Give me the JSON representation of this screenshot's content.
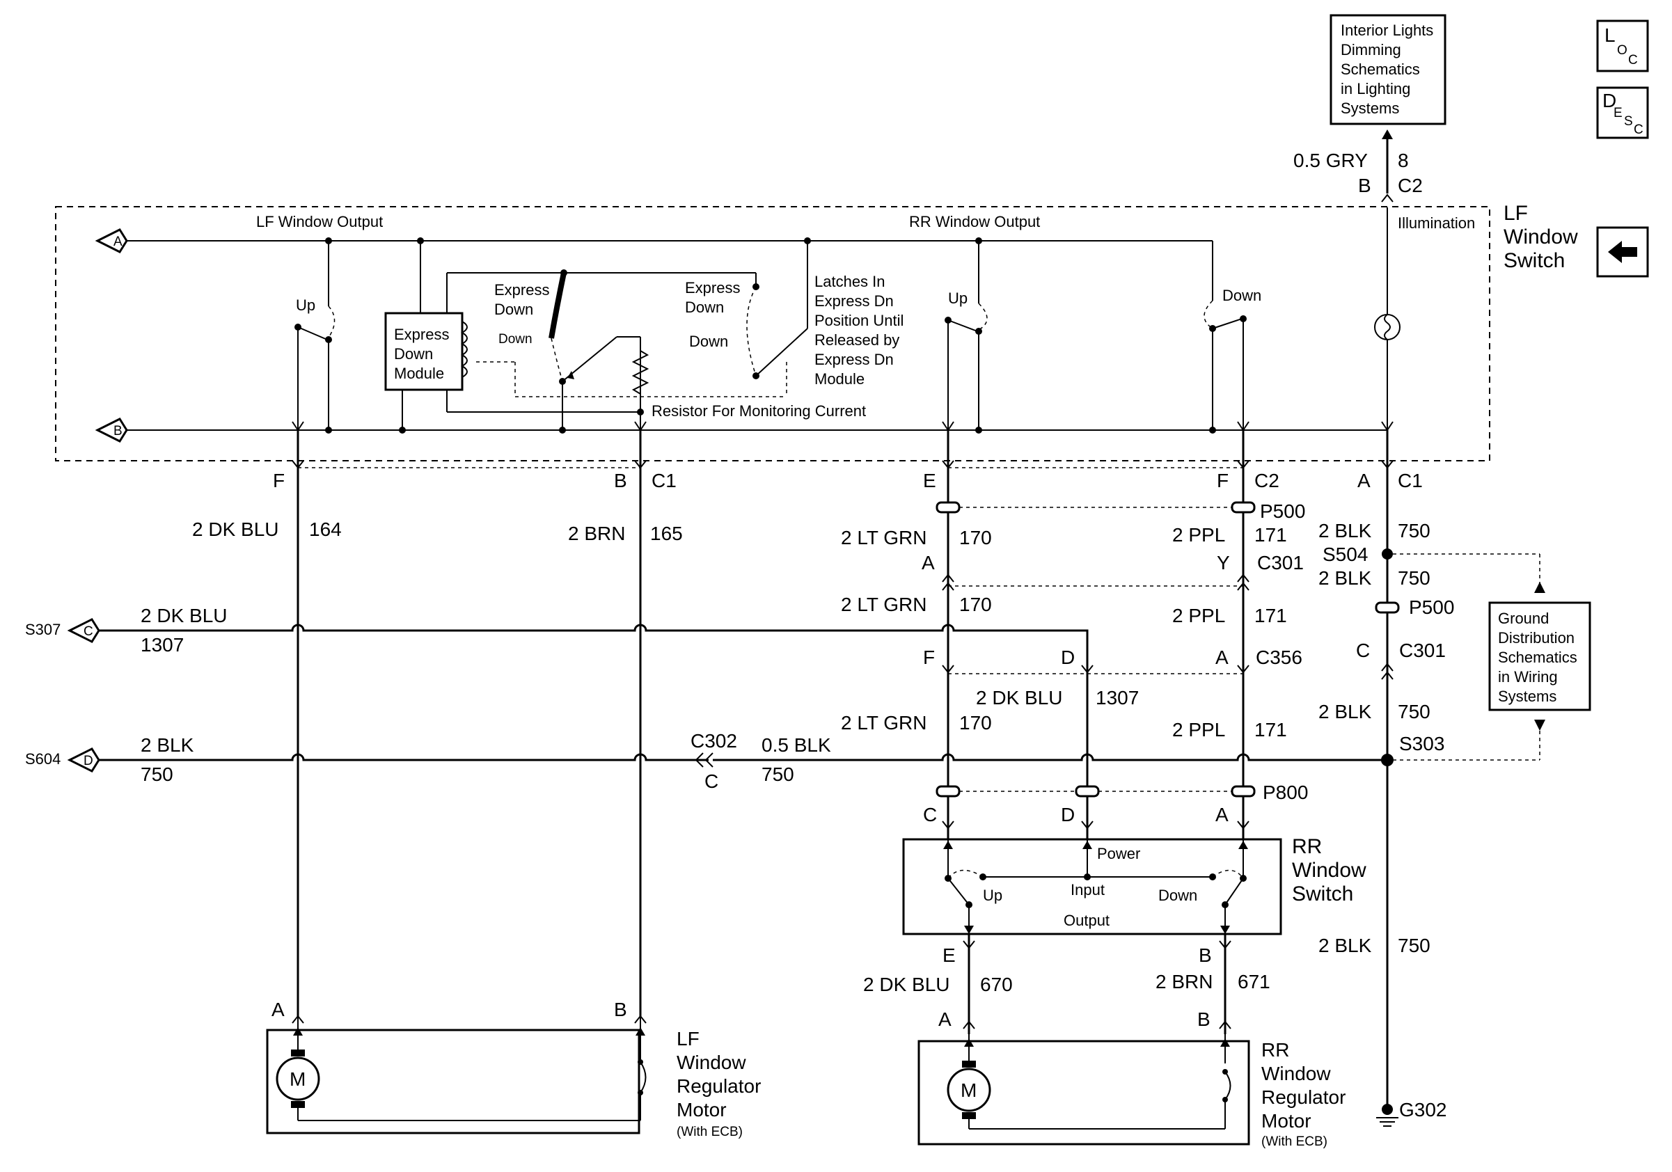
{
  "boxes": {
    "interior_lights": [
      "Interior Lights",
      "Dimming",
      "Schematics",
      "in Lighting",
      "Systems"
    ],
    "ground_distribution": [
      "Ground",
      "Distribution",
      "Schematics",
      "in Wiring",
      "Systems"
    ],
    "express_down_module": [
      "Express",
      "Down",
      "Module"
    ]
  },
  "icons": {
    "loc": {
      "big1": "L",
      "small1": "O",
      "small2": "C"
    },
    "desc": {
      "big1": "D",
      "small1": "E",
      "small2": "S",
      "small3": "C"
    }
  },
  "components": {
    "lf_window_switch": [
      "LF",
      "Window",
      "Switch"
    ],
    "rr_window_switch": [
      "RR",
      "Window",
      "Switch"
    ],
    "lf_motor": [
      "LF",
      "Window",
      "Regulator",
      "Motor"
    ],
    "lf_motor_note": "(With ECB)",
    "rr_motor": [
      "RR",
      "Window",
      "Regulator",
      "Motor"
    ],
    "rr_motor_note": "(With ECB)",
    "motor_symbol": "M"
  },
  "switch_internal": {
    "lf_window_output": "LF Window Output",
    "rr_window_output": "RR Window Output",
    "illumination": "Illumination",
    "up1": "Up",
    "up2": "Up",
    "down_right": "Down",
    "express_down_a": [
      "Express",
      "Down"
    ],
    "express_down_b": [
      "Express",
      "Down"
    ],
    "down_a": "Down",
    "down_b": "Down",
    "latches": [
      "Latches In",
      "Express Dn",
      "Position Until",
      "Released by",
      "Express Dn",
      "Module"
    ],
    "resistor_label": "Resistor For Monitoring Current",
    "conn_a": "A",
    "conn_b": "B"
  },
  "rr_switch_internal": {
    "power": "Power",
    "input": "Input",
    "up": "Up",
    "down": "Down",
    "output": "Output"
  },
  "wires": {
    "gry_top": {
      "label": "0.5 GRY",
      "circuit": "8",
      "pin": "B",
      "conn": "C2"
    },
    "w164": {
      "label": "2 DK BLU",
      "circuit": "164"
    },
    "w165": {
      "label": "2 BRN",
      "circuit": "165"
    },
    "w170a": {
      "label": "2 LT GRN",
      "circuit": "170"
    },
    "w170b": {
      "label": "2 LT GRN",
      "circuit": "170"
    },
    "w170c": {
      "label": "2 LT GRN",
      "circuit": "170"
    },
    "w171a": {
      "label": "2 PPL",
      "circuit": "171"
    },
    "w171b": {
      "label": "2 PPL",
      "circuit": "171"
    },
    "w171c": {
      "label": "2 PPL",
      "circuit": "171"
    },
    "w750a": {
      "label": "2 BLK",
      "circuit": "750"
    },
    "w750b": {
      "label": "2 BLK",
      "circuit": "750"
    },
    "w750c": {
      "label": "2 BLK",
      "circuit": "750"
    },
    "w750d": {
      "label": "2 BLK",
      "circuit": "750"
    },
    "w1307_left": {
      "label": "2 DK BLU",
      "circuit": "1307"
    },
    "w1307_mid": {
      "label": "2 DK BLU",
      "circuit": "1307"
    },
    "w750_left": {
      "label": "2 BLK",
      "circuit": "750"
    },
    "w750_c302": {
      "label": "0.5 BLK",
      "circuit": "750"
    },
    "w670": {
      "label": "2 DK BLU",
      "circuit": "670"
    },
    "w671": {
      "label": "2 BRN",
      "circuit": "671"
    }
  },
  "connectors": {
    "c1_left_f": "F",
    "c1_left_b": "B",
    "c1_left": "C1",
    "c2_e": "E",
    "c2_f": "F",
    "c2": "C2",
    "p500_top": "P500",
    "c1_right_a": "A",
    "c1_right": "C1",
    "s504": "S504",
    "c301_a": "A",
    "c301_y": "Y",
    "c301": "C301",
    "p500_right": "P500",
    "c301_right_c": "C",
    "c301_right": "C301",
    "c356_f": "F",
    "c356_d": "D",
    "c356_a": "A",
    "c356": "C356",
    "c302": "C302",
    "c302_pin": "C",
    "s303": "S303",
    "p800": "P800",
    "rrsw_c": "C",
    "rrsw_d": "D",
    "rrsw_a": "A",
    "rrsw_e": "E",
    "rrsw_b": "B",
    "rrmot_a": "A",
    "rrmot_b": "B",
    "lfmot_a": "A",
    "lfmot_b": "B",
    "g302": "G302",
    "s307": "S307",
    "s307_pin": "C",
    "s604": "S604",
    "s604_pin": "D"
  }
}
